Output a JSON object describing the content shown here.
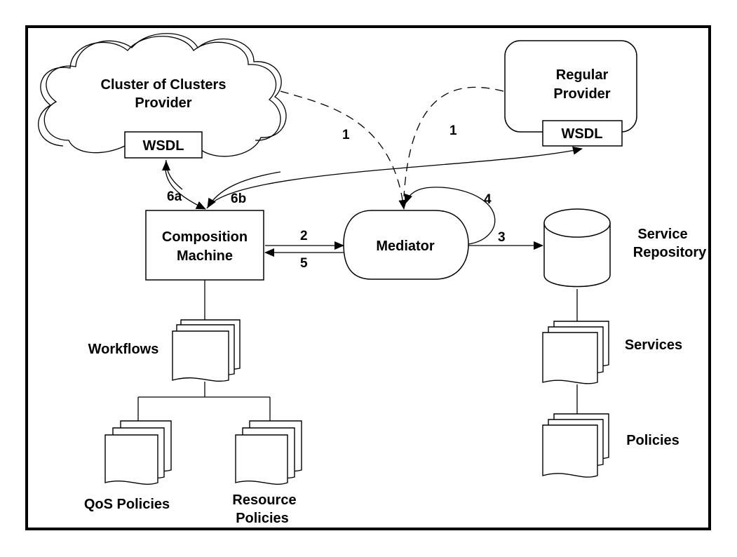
{
  "nodes": {
    "cluster_provider": {
      "line1": "Cluster of Clusters",
      "line2": "Provider"
    },
    "cluster_wsdl": "WSDL",
    "regular_provider": {
      "line1": "Regular",
      "line2": "Provider"
    },
    "regular_wsdl": "WSDL",
    "composition_machine": {
      "line1": "Composition",
      "line2": "Machine"
    },
    "mediator": "Mediator",
    "service_repository": {
      "line1": "Service",
      "line2": "Repository"
    },
    "workflows": "Workflows",
    "qos_policies": "QoS Policies",
    "resource_policies": {
      "line1": "Resource",
      "line2": "Policies"
    },
    "services": "Services",
    "policies": "Policies"
  },
  "edges": {
    "step_1_cluster": "1",
    "step_1_regular": "1",
    "step_2": "2",
    "step_3": "3",
    "step_4": "4",
    "step_5": "5",
    "step_6a": "6a",
    "step_6b": "6b"
  }
}
